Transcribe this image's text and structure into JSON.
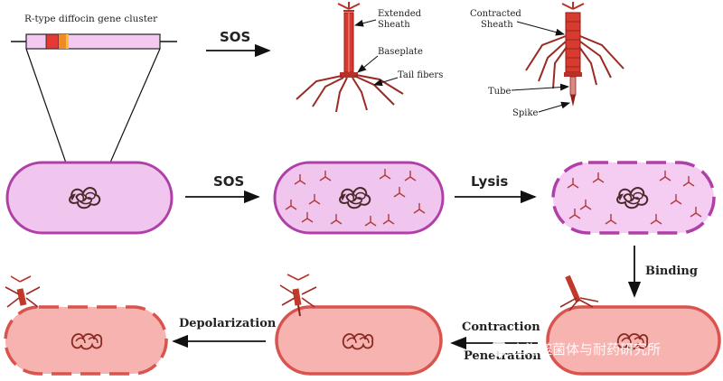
{
  "labels": {
    "gene_cluster_title": "R-type diffocin gene cluster",
    "extended_sheath_line1": "Extended",
    "extended_sheath_line2": "Sheath",
    "baseplate": "Baseplate",
    "tail_fibers": "Tail fibers",
    "contracted_sheath_line1": "Contracted",
    "contracted_sheath_line2": "Sheath",
    "tube": "Tube",
    "spike": "Spike"
  },
  "arrows": {
    "sos_top": "SOS",
    "sos_middle": "SOS",
    "lysis": "Lysis",
    "binding": "Binding",
    "contraction_line1": "Contraction",
    "contraction_line2": "Penetration",
    "depolarization": "Depolarization"
  },
  "watermark": "上海噬菌体与耐药研究所",
  "colors": {
    "cell_fill_violet": "#f1c6ee",
    "cell_border_violet": "#b040a8",
    "cell_fill_pink": "#f6b3b0",
    "cell_border_red": "#d9534f",
    "phage_red": "#c0392b",
    "dna_dark": "#4a2a2a"
  }
}
